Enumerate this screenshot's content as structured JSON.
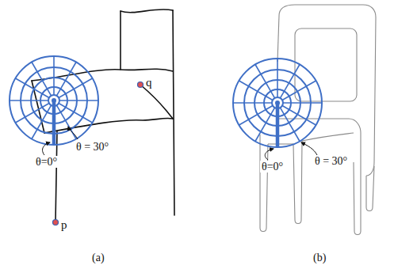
{
  "diagram": {
    "labels": [
      "q",
      "p",
      "θ = 30°",
      "θ=0°",
      "θ = 30°",
      "θ=0°",
      "(a)",
      "(b)"
    ]
  }
}
